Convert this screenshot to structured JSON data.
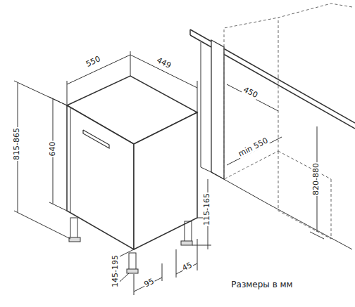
{
  "diagram": {
    "labels": [
      "550",
      "449",
      "815-865",
      "640",
      "115-165",
      "145-195",
      "95",
      "45",
      "450",
      "min 550",
      "820-880",
      "Размеры в мм"
    ]
  }
}
